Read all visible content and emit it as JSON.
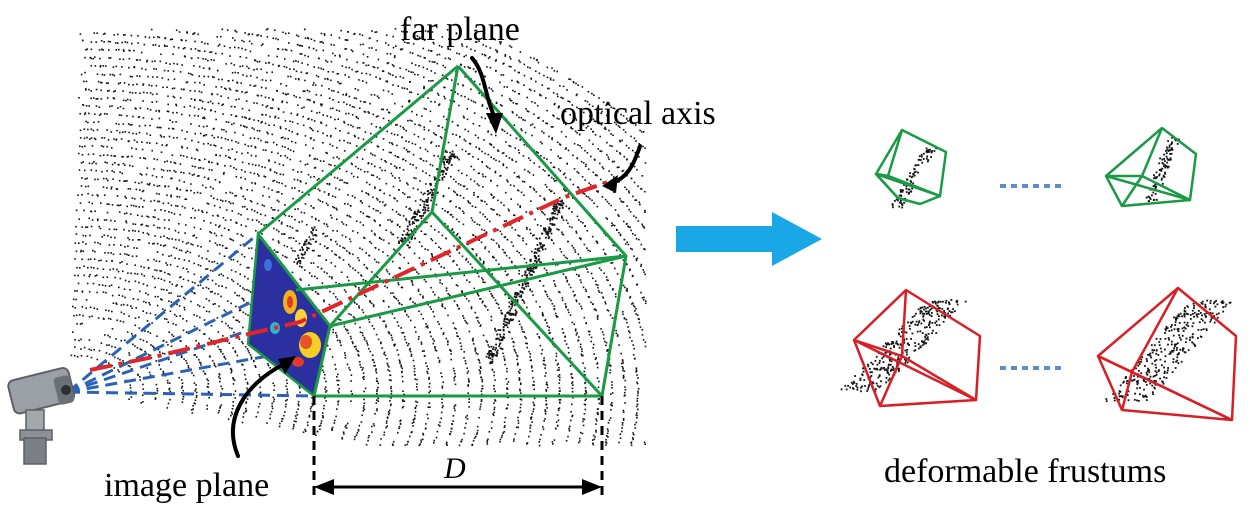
{
  "labels": {
    "far_plane": "far plane",
    "optical_axis": "optical axis",
    "image_plane": "image plane",
    "distance": "D",
    "deformable_frustums": "deformable frustums"
  },
  "colors": {
    "frustum_green": "#1a9a45",
    "frustum_red": "#d81f26",
    "axis_red": "#e0262a",
    "ray_blue": "#2a62b8",
    "arrow_blue": "#1aa7e6",
    "dots_blue": "#5a8fc7",
    "image_plane_fill": "#2b2fa0",
    "points": "#111111"
  },
  "icons": {
    "camera": "security-camera-icon",
    "transition": "right-arrow-icon"
  }
}
